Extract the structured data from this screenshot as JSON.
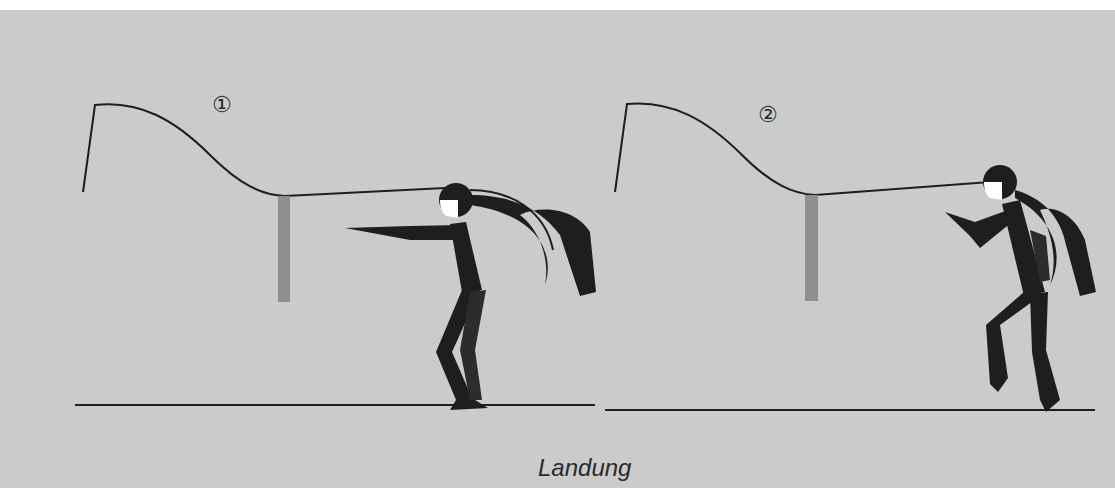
{
  "diagram": {
    "caption": "Landung",
    "labels": [
      "①",
      "②"
    ]
  }
}
